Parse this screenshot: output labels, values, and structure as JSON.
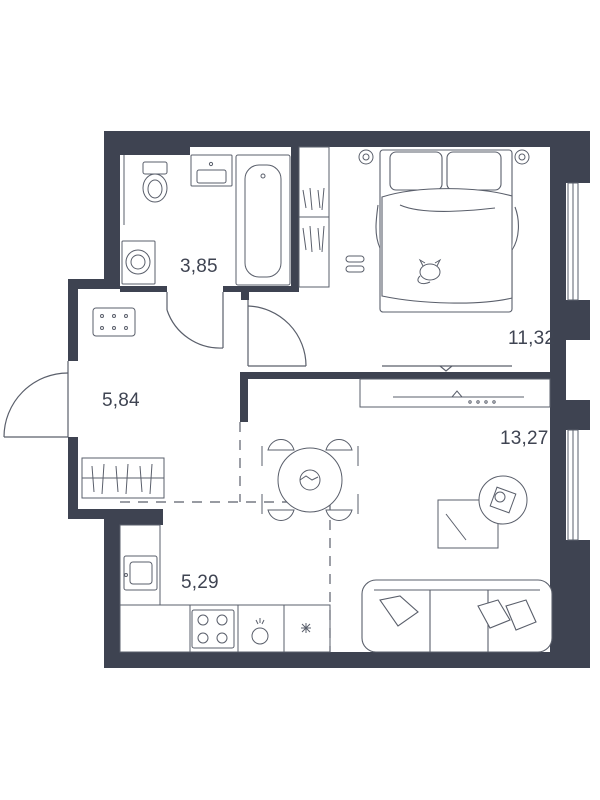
{
  "colors": {
    "wall": "#3e4351",
    "line": "#5a5f6b",
    "background": "#ffffff"
  },
  "rooms": {
    "bathroom": {
      "area": "3,85"
    },
    "hallway": {
      "area": "5,84"
    },
    "bedroom": {
      "area": "11,32"
    },
    "living_room": {
      "area": "13,27"
    },
    "kitchen": {
      "area": "5,29"
    }
  },
  "fixtures": [
    "toilet-icon",
    "sink-icon",
    "bathtub-icon",
    "washing-machine-icon",
    "bed-icon",
    "wardrobe-icon",
    "nightstand-icon",
    "slippers-icon",
    "tv-icon",
    "dining-table-icon",
    "sofa-icon",
    "rug-icon",
    "stove-icon",
    "kitchen-sink-icon",
    "cat-icon"
  ]
}
